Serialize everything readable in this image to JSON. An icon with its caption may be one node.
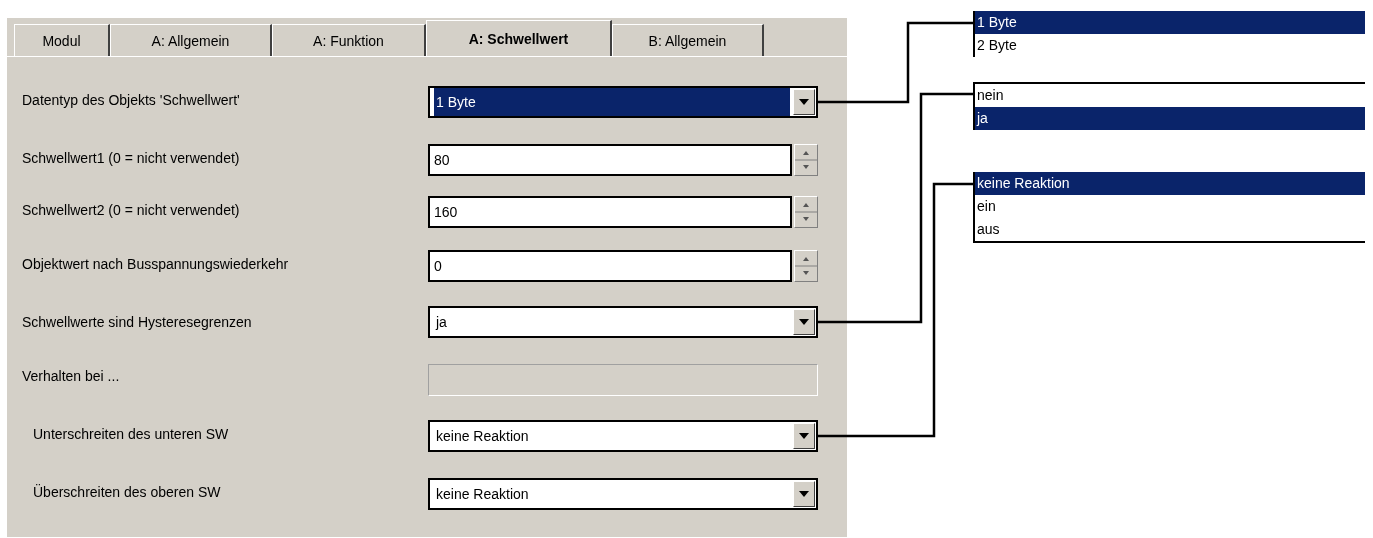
{
  "diagram": {
    "nodes": [
      {
        "text": [
          "1 Byte"
        ]
      },
      {
        "text": [
          "80"
        ]
      },
      {
        "text": [
          "160"
        ]
      },
      {
        "text": [
          "0"
        ]
      },
      {
        "text": [
          "ja"
        ]
      },
      {
        "text": [],
        "shape": "box"
      },
      {
        "text": [
          "keine Reaktion"
        ]
      },
      {
        "text": [
          "keine Reaktion"
        ]
      },
      {
        "text": [
          "1 Byte",
          "2 Byte"
        ]
      },
      {
        "text": [
          "nein",
          "ja"
        ]
      },
      {
        "text": [
          "keine Reaktion",
          "ein",
          "aus"
        ]
      }
    ],
    "edges": [
      {
        "from": 0,
        "to": 8,
        "arrow": "none"
      },
      {
        "from": 4,
        "to": 9,
        "arrow": "none"
      },
      {
        "from": 6,
        "to": 10,
        "arrow": "none"
      }
    ],
    "labels": [
      "Modul",
      "A: Allgemein",
      "A: Funktion",
      "A: Schwellwert",
      "B: Allgemein",
      "Datentyp des Objekts 'Schwellwert'",
      "Schwellwert1 (0 = nicht verwendet)",
      "Schwellwert2 (0 = nicht verwendet)",
      "Objektwert nach Busspannungswiederkehr",
      "Schwellwerte sind Hysteresegrenzen",
      "Verhalten bei ...",
      "Unterschreiten des unteren SW",
      "Überschreiten des oberen SW"
    ]
  }
}
